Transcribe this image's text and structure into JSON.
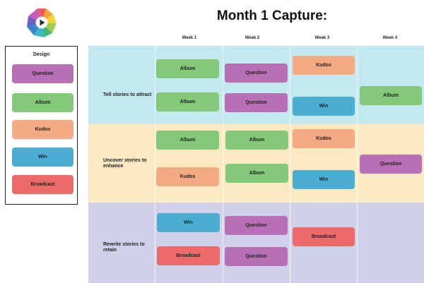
{
  "page": {
    "title": "Month 1 Capture:"
  },
  "colors": {
    "question": "#b96fb5",
    "album": "#84c97a",
    "kudos": "#f4ab84",
    "win": "#4baed0",
    "broadcast": "#ee6a6a",
    "row_attract": "#c4e8f0",
    "row_enhance": "#fbe9c2",
    "row_retain": "#d0d0ea"
  },
  "legend": {
    "title": "Design",
    "items": [
      "Question",
      "Album",
      "Kudos",
      "Win",
      "Broadcast"
    ]
  },
  "columns": [
    "Week 1",
    "Week 2",
    "Week 3",
    "Week 4"
  ],
  "rows": [
    {
      "label": "Tell stories to attract",
      "cards": {
        "week1": [
          "Album",
          "Album"
        ],
        "week2": [
          "Question",
          "Question"
        ],
        "week3": [
          "Kudos",
          "Win"
        ],
        "week4": [
          "Album"
        ]
      }
    },
    {
      "label": "Uncover stories to enhance",
      "cards": {
        "week1": [
          "Album",
          "Kudos"
        ],
        "week2": [
          "Album",
          "Album"
        ],
        "week3": [
          "Kudos",
          "Win"
        ],
        "week4": [
          "Question"
        ]
      }
    },
    {
      "label": "Rewrite stories to retain",
      "cards": {
        "week1": [
          "Win",
          "Broadcast"
        ],
        "week2": [
          "Question",
          "Question"
        ],
        "week3": [
          "Broadcast"
        ],
        "week4": []
      }
    }
  ]
}
